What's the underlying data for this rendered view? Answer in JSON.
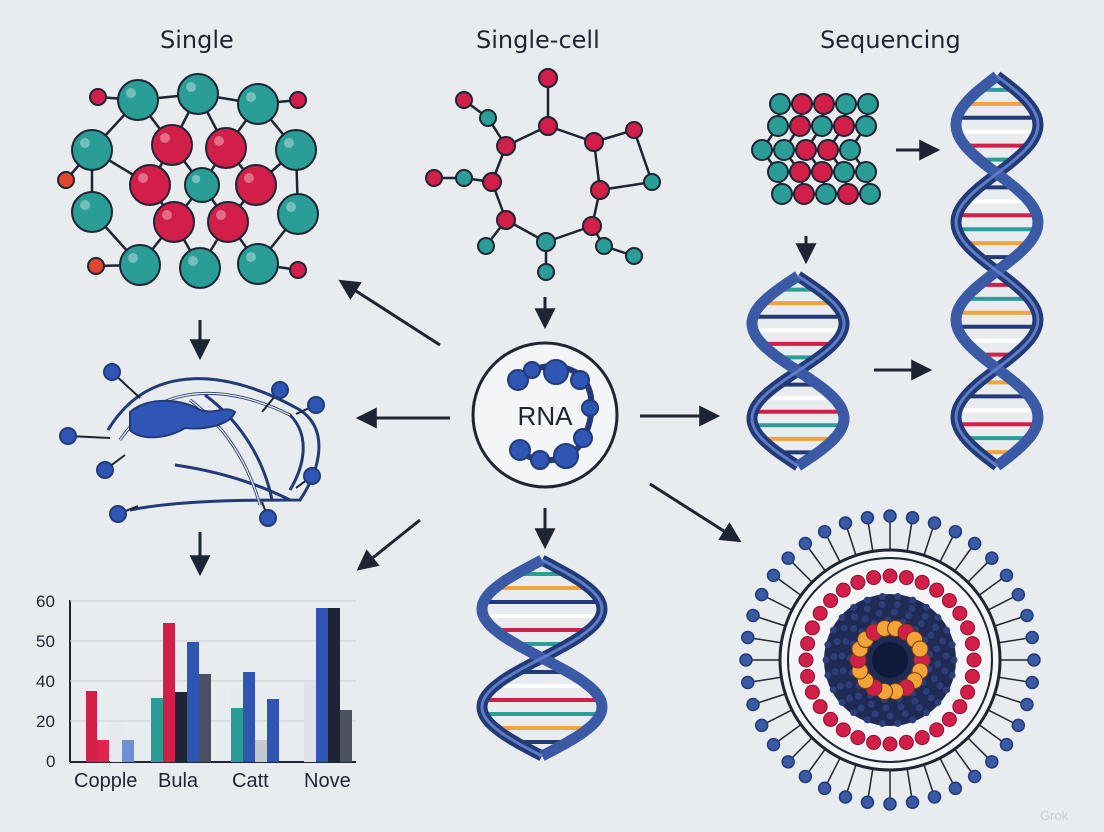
{
  "headings": {
    "left": "Single",
    "center": "Single-cell",
    "right": "Sequencing"
  },
  "center_node": {
    "label": "RNA"
  },
  "watermark": {
    "label": "Grok"
  },
  "colors": {
    "background": "#e9ecef",
    "teal": "#2a9d97",
    "crimson": "#d21f4a",
    "navy": "#223a78",
    "royal_blue": "#2f55b5",
    "orange": "#f2a33a",
    "dark": "#1d2433"
  },
  "chart_data": {
    "type": "bar",
    "yticks": [
      "60",
      "50",
      "40",
      "20",
      "0"
    ],
    "categories": [
      "Copple",
      "Bula",
      "Catt",
      "Nove"
    ]
  },
  "icons": [
    "molecule-cluster-icon",
    "branched-molecule-icon",
    "rna-molecule-icon",
    "protein-ribbon-icon",
    "dna-helix-icon",
    "cell-vesicle-icon",
    "arrow-icon"
  ]
}
